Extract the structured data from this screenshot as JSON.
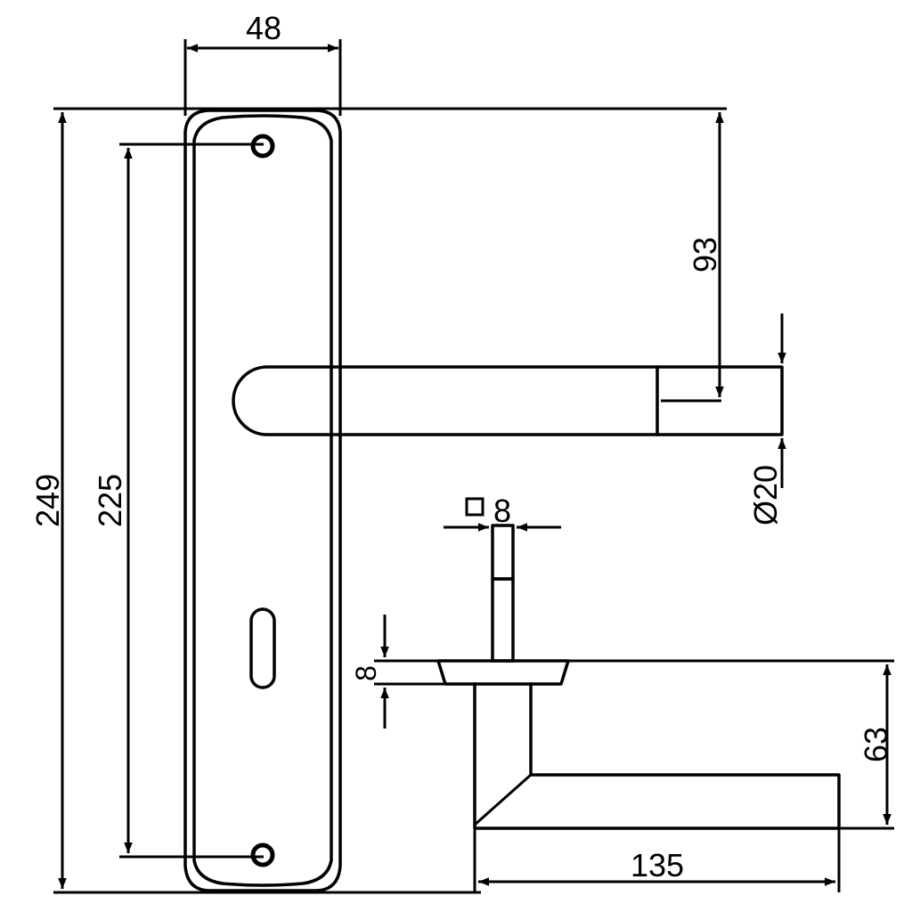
{
  "dimensions": {
    "plate_width": "48",
    "overall_height": "249",
    "hole_spacing": "225",
    "handle_height": "93",
    "handle_diameter": "Ø20",
    "spindle_square": "8",
    "rose_thickness": "8",
    "projection": "63",
    "handle_length": "135"
  },
  "icons": {
    "square_symbol": "square-spindle-icon"
  }
}
